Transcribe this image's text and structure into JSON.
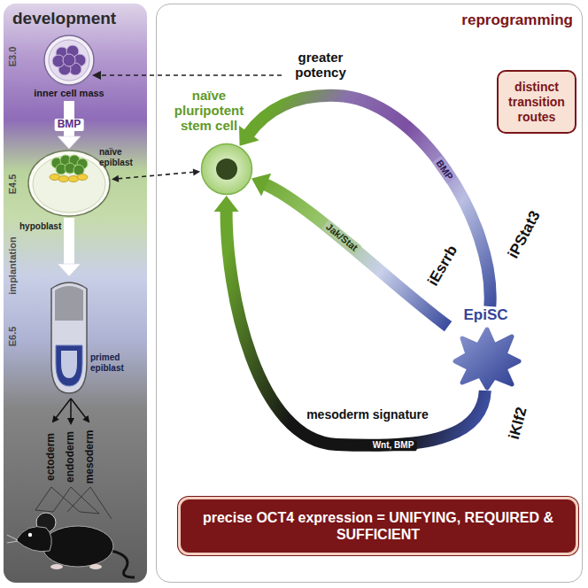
{
  "diagram": {
    "nodes": [
      {
        "text": [
          "development"
        ]
      },
      {
        "text": [
          "inner cell mass"
        ],
        "in": 0
      },
      {
        "text": [
          "hypoblast",
          "naïve epiblast"
        ],
        "in": 0
      },
      {
        "text": [
          "primed epiblast"
        ],
        "in": 0
      },
      {
        "text": [
          "reprogramming"
        ]
      },
      {
        "text": [
          "naïve pluripotent stem cell"
        ],
        "in": 4
      },
      {
        "text": [
          "distinct transition routes"
        ],
        "in": 4
      },
      {
        "text": [
          "EpiSC"
        ],
        "in": 4
      },
      {
        "text": [
          "precise OCT4 expression = UNIFYING, REQUIRED & SUFFICIENT"
        ],
        "in": 4
      }
    ],
    "edges": [
      {
        "from": 1,
        "to": 2,
        "arrow": "to",
        "label": "BMP"
      },
      {
        "from": 2,
        "to": 3,
        "arrow": "to"
      },
      {
        "from": 2,
        "to": 5,
        "arrow": "both"
      },
      {
        "from": 7,
        "to": 5,
        "arrow": "to",
        "label": "iPStat3"
      },
      {
        "from": 7,
        "to": 5,
        "arrow": "to",
        "label": "iEsrrb"
      },
      {
        "from": 7,
        "to": 5,
        "arrow": "to",
        "label": "iKlf2"
      }
    ],
    "labels": [
      "E3.0",
      "E4.5",
      "implantation",
      "E6.5",
      "ectoderm",
      "endoderm",
      "mesoderm",
      "greater potency",
      "BMP",
      "Jak/Stat",
      "mesoderm signature",
      "Wnt, BMP"
    ]
  }
}
